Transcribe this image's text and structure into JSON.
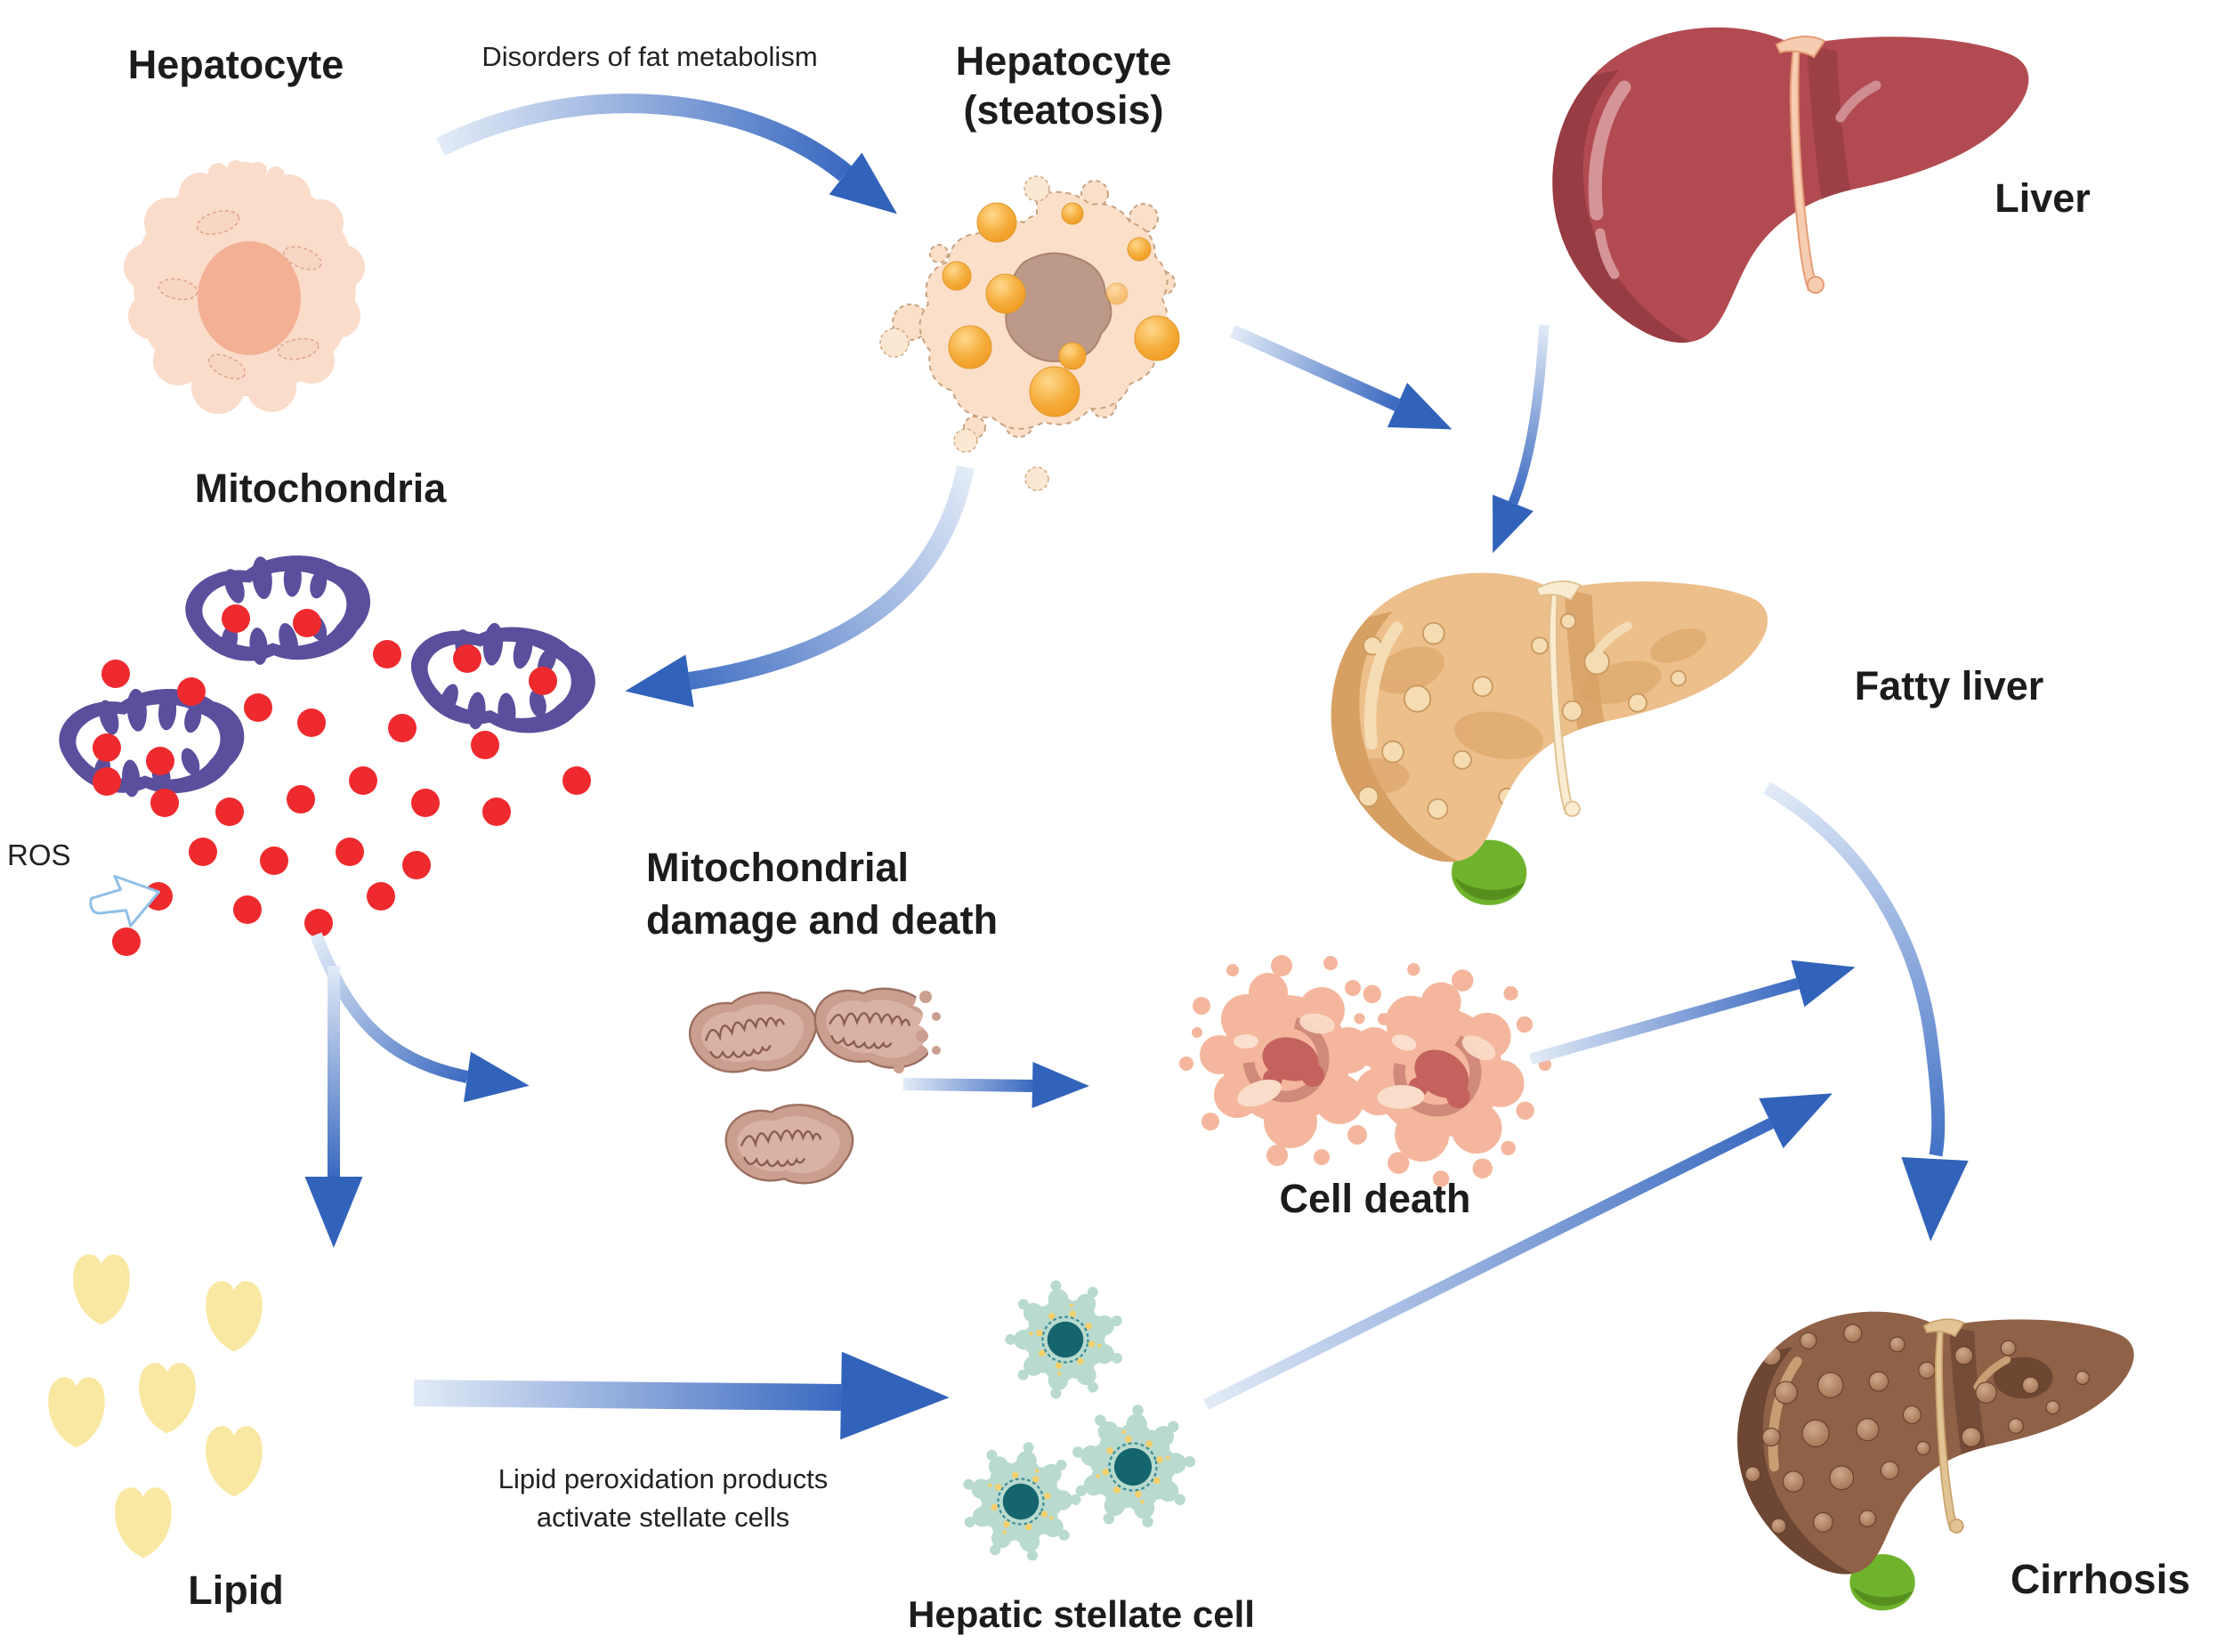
{
  "labels": {
    "hepatocyte": "Hepatocyte",
    "disorders": "Disorders of fat metabolism",
    "steatosis_line1": "Hepatocyte",
    "steatosis_line2": "(steatosis)",
    "liver": "Liver",
    "mitochondria": "Mitochondria",
    "ros": "ROS",
    "mito_damage_line1": "Mitochondrial",
    "mito_damage_line2": "damage and death",
    "cell_death": "Cell death",
    "fatty_liver": "Fatty liver",
    "lipid": "Lipid",
    "lipid_perox_line1": "Lipid peroxidation products",
    "lipid_perox_line2": "activate stellate cells",
    "stellate": "Hepatic stellate cell",
    "cirrhosis": "Cirrhosis"
  },
  "palette": {
    "text": "#1c1c1c",
    "arrow_light": "#e2ebf7",
    "arrow_blue": "#3a69c0",
    "arrow_head": "#3263ba",
    "arrow_outline_light": "#8fbfe6",
    "cell_peach": "#fadcca",
    "cell_nucleus": "#f3b095",
    "steatosis_body": "#fcdfc9",
    "steatosis_nucleus": "#bd9989",
    "lipid_droplet_orange": "#f29a1f",
    "liver_red": "#b24b51",
    "liver_dark": "#963c42",
    "ligament_peach": "#f6cdb0",
    "fatty_tan": "#ecbf8b",
    "cirrhosis_brown": "#8f6147",
    "gallbladder_green": "#6fb32c",
    "mito_purple": "#5a4f9c",
    "ros_red": "#ee2a2e",
    "damaged_mito": "#cb9f90",
    "dead_cell_pink": "#f4b79d",
    "lipid_yellow": "#f9e8a2",
    "stellate_teal": "#b9dacf",
    "stellate_nucleus": "#15656f"
  },
  "icons": {
    "flow_arrow": "tapered-blue-gradient-arrow",
    "ros_arrow": "hollow-outline-arrow"
  }
}
